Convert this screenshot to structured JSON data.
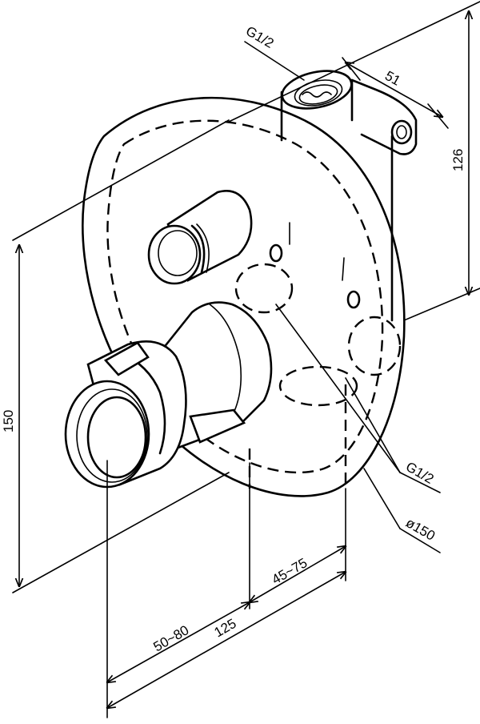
{
  "dimensions": {
    "pitch_width": "51",
    "height_top": "126",
    "height_left": "150",
    "depth_a": "45~75",
    "depth_b": "50~80",
    "depth_total": "125"
  },
  "callouts": {
    "inlet_thread": "G1/2",
    "outlet_thread": "G1/2",
    "plate_diameter": "ø150"
  }
}
